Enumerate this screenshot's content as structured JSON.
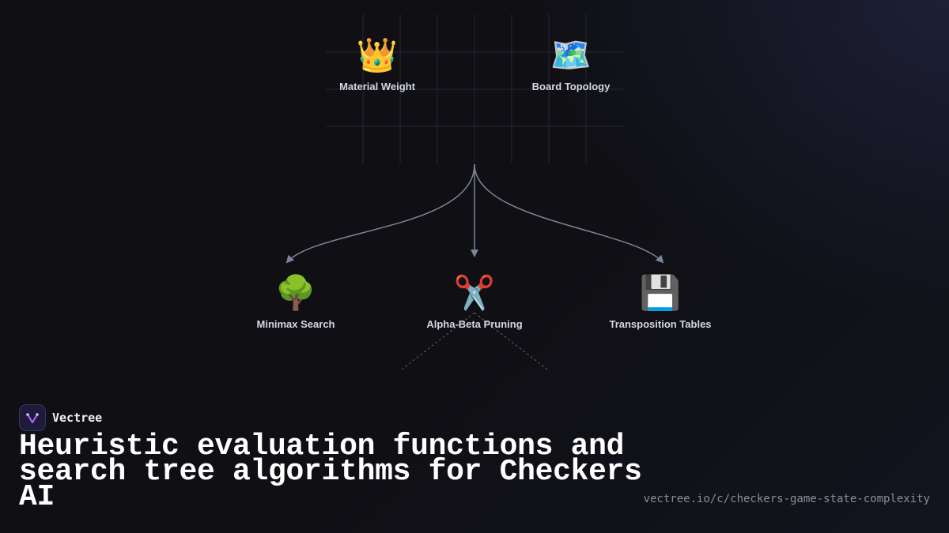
{
  "diagram": {
    "inputs": [
      {
        "icon": "crown-icon",
        "emoji": "👑",
        "label": "Material Weight"
      },
      {
        "icon": "world-map-icon",
        "emoji": "🗺️",
        "label": "Board Topology"
      }
    ],
    "outputs": [
      {
        "icon": "tree-icon",
        "emoji": "🌳",
        "label": "Minimax Search"
      },
      {
        "icon": "scissors-icon",
        "emoji": "✂️",
        "label": "Alpha-Beta Pruning"
      },
      {
        "icon": "floppy-disk-icon",
        "emoji": "💾",
        "label": "Transposition Tables"
      }
    ]
  },
  "brand": {
    "name": "Vectree"
  },
  "title": "Heuristic evaluation functions and search tree algorithms for Checkers AI",
  "url": "vectree.io/c/checkers-game-state-complexity",
  "colors": {
    "background": "#0f0f14",
    "grid": "#23283a",
    "connector": "#7a8597",
    "label": "#d4d8e2",
    "brand_accent": "#b06cff"
  }
}
